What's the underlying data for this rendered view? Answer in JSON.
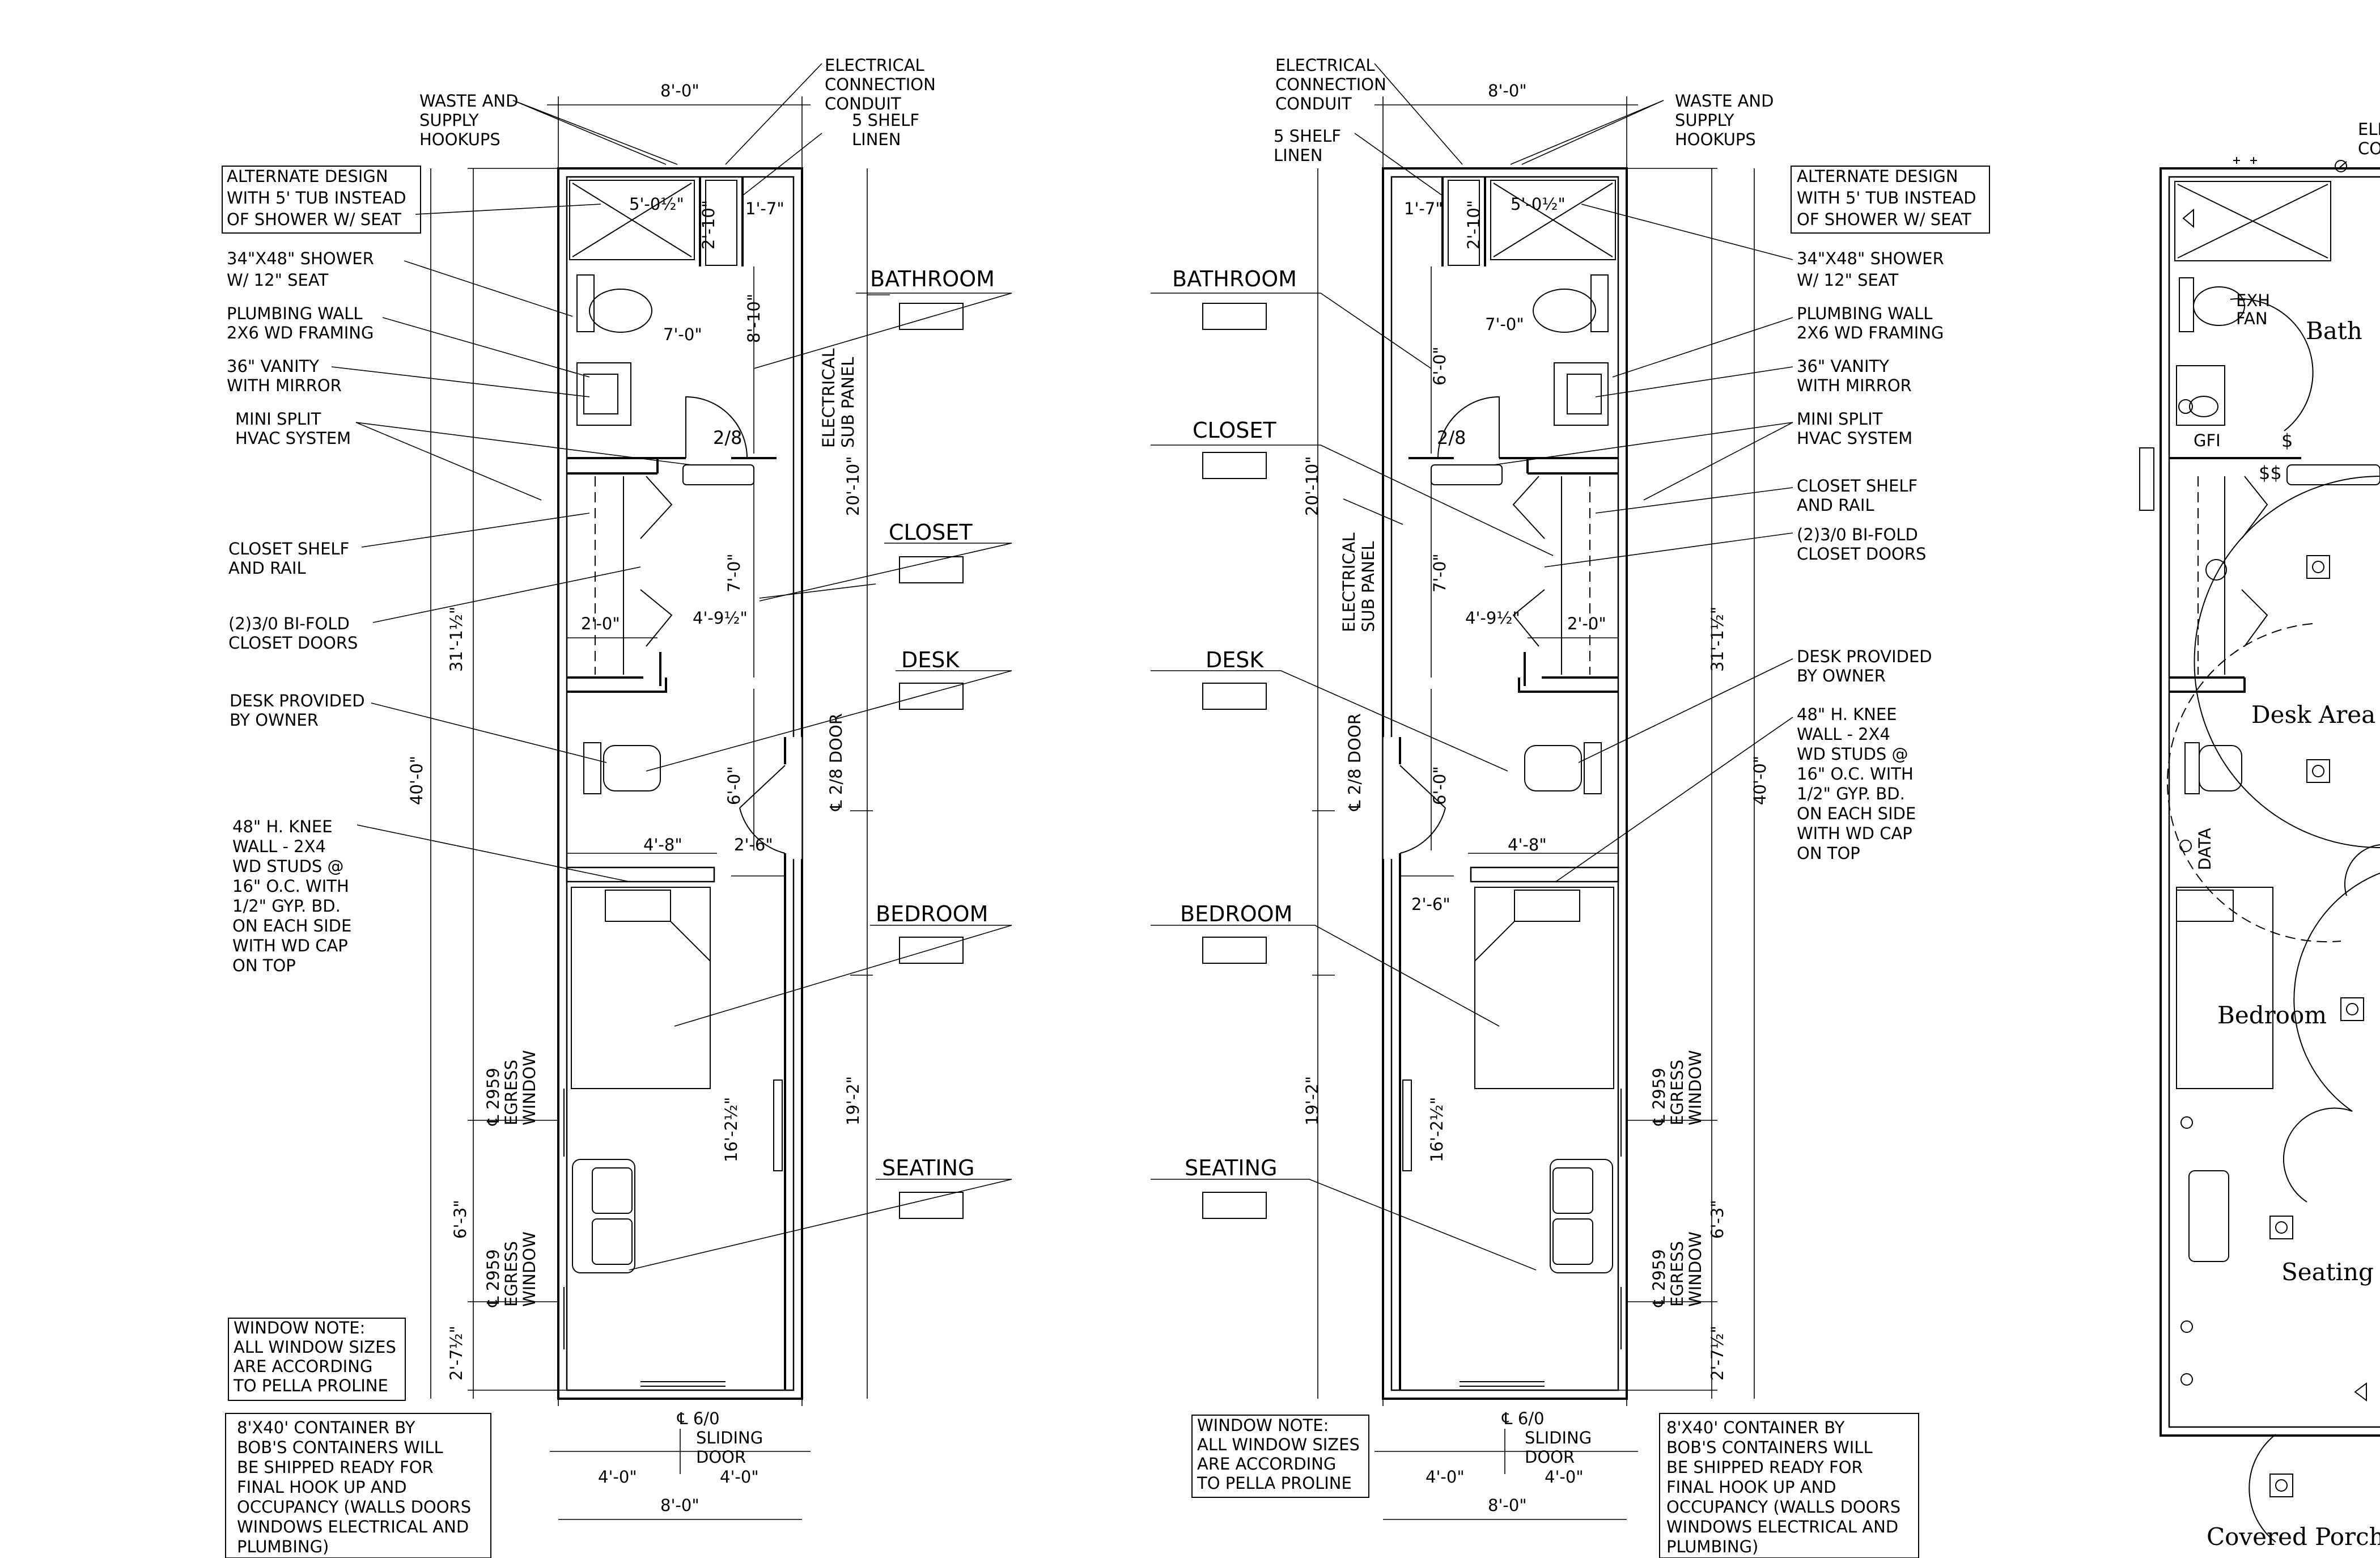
{
  "rooms": {
    "bathroom": "BATHROOM",
    "closet": "CLOSET",
    "desk": "DESK",
    "bedroom": "BEDROOM",
    "seating": "SEATING"
  },
  "notes_left": {
    "waste_supply": [
      "WASTE AND",
      "SUPPLY",
      "HOOKUPS"
    ],
    "electrical_conduit": [
      "ELECTRICAL",
      "CONNECTION",
      "CONDUIT"
    ],
    "shelf_linen": [
      "5 SHELF",
      "LINEN"
    ],
    "alternate_design": [
      "ALTERNATE DESIGN",
      "WITH 5' TUB INSTEAD",
      "OF SHOWER W/ SEAT"
    ],
    "shower": [
      "34\"X48\" SHOWER",
      "W/ 12\" SEAT"
    ],
    "plumbing_wall": [
      "PLUMBING WALL",
      "2X6 WD FRAMING"
    ],
    "vanity": [
      "36\" VANITY",
      "WITH MIRROR"
    ],
    "mini_split": [
      "MINI SPLIT",
      "HVAC SYSTEM"
    ],
    "closet_shelf": [
      "CLOSET SHELF",
      "AND RAIL"
    ],
    "bifold": [
      "(2)3/0 BI-FOLD",
      "CLOSET DOORS"
    ],
    "desk_owner": [
      "DESK PROVIDED",
      "BY OWNER"
    ],
    "knee_wall": [
      "48\" H. KNEE",
      "WALL - 2X4",
      "WD STUDS @",
      "16\" O.C. WITH",
      "1/2\" GYP. BD.",
      "ON EACH SIDE",
      "WITH WD CAP",
      "ON TOP"
    ],
    "window_note": [
      "WINDOW NOTE:",
      "ALL WINDOW SIZES",
      "ARE ACCORDING",
      "TO PELLA PROLINE"
    ],
    "container_note": [
      "8'X40' CONTAINER BY",
      "BOB'S CONTAINERS WILL",
      "BE SHIPPED READY FOR",
      "FINAL HOOK UP AND",
      "OCCUPANCY (WALLS DOORS",
      "WINDOWS ELECTRICAL AND",
      "PLUMBING)"
    ],
    "electrical_sub_panel": [
      "ELECTRICAL",
      "SUB PANEL"
    ],
    "egress_window": [
      "2959",
      "EGRESS",
      "WINDOW"
    ],
    "sliding_door": [
      "6/0",
      "SLIDING",
      "DOOR"
    ],
    "door_2_8": "2/8 DOOR",
    "door_swing": "2/8"
  },
  "notes_right": {
    "electrical_conduit": [
      "ELECTRICAL",
      "CONNECTION",
      "CONDUIT"
    ],
    "shelf_linen": [
      "5 SHELF",
      "LINEN"
    ],
    "waste_supply": [
      "WASTE AND",
      "SUPPLY",
      "HOOKUPS"
    ],
    "alternate_design": [
      "ALTERNATE DESIGN",
      "WITH 5' TUB INSTEAD",
      "OF SHOWER W/ SEAT"
    ],
    "shower": [
      "34\"X48\" SHOWER",
      "W/ 12\" SEAT"
    ],
    "plumbing_wall": [
      "PLUMBING WALL",
      "2X6 WD FRAMING"
    ],
    "vanity": [
      "36\" VANITY",
      "WITH MIRROR"
    ],
    "mini_split": [
      "MINI SPLIT",
      "HVAC SYSTEM"
    ],
    "closet_shelf": [
      "CLOSET SHELF",
      "AND RAIL"
    ],
    "bifold": [
      "(2)3/0 BI-FOLD",
      "CLOSET DOORS"
    ],
    "desk_owner": [
      "DESK PROVIDED",
      "BY OWNER"
    ],
    "knee_wall": [
      "48\" H. KNEE",
      "WALL - 2X4",
      "WD STUDS @",
      "16\" O.C. WITH",
      "1/2\" GYP. BD.",
      "ON EACH SIDE",
      "WITH WD CAP",
      "ON TOP"
    ],
    "window_note": [
      "WINDOW NOTE:",
      "ALL WINDOW SIZES",
      "ARE ACCORDING",
      "TO PELLA PROLINE"
    ],
    "container_note": [
      "8'X40' CONTAINER BY",
      "BOB'S CONTAINERS WILL",
      "BE SHIPPED READY FOR",
      "FINAL HOOK UP AND",
      "OCCUPANCY (WALLS DOORS",
      "WINDOWS ELECTRICAL AND",
      "PLUMBING)"
    ],
    "electrical_sub_panel": [
      "ELECTRICAL",
      "SUB PANEL"
    ],
    "egress_window": [
      "2959",
      "EGRESS",
      "WINDOW"
    ],
    "sliding_door": [
      "6/0",
      "SLIDING",
      "DOOR"
    ],
    "door_2_8": "2/8 DOOR",
    "door_swing": "2/8"
  },
  "dims": {
    "width_8ft": "8'-0\"",
    "overall_40": "40'-0\"",
    "d_31_1_2": "31'-1½\"",
    "d_6_3": "6'-3\"",
    "d_2_7_1_2": "2'-7½\"",
    "d_20_10": "20'-10\"",
    "d_19_2": "19'-2\"",
    "d_5_0_1_2": "5'-0½\"",
    "d_1_7": "1'-7\"",
    "d_2_10": "2'-10\"",
    "d_7_0": "7'-0\"",
    "d_8_10": "8'-10\"",
    "d_6_0": "6'-0\"",
    "d_2_0": "2'-0\"",
    "d_4_9_1_2": "4'-9½\"",
    "d_4_8": "4'-8\"",
    "d_2_6": "2'-6\"",
    "d_16_2_1_2": "16'-2½\"",
    "d_4_0": "4'-0\""
  },
  "third_plan": {
    "electrical_conduit_partial": [
      "ELEC",
      "CON"
    ],
    "exh_fan": [
      "EXH",
      "FAN"
    ],
    "gfi": "GFI",
    "data": "DATA",
    "switch_single": "$",
    "switch_double": "$$",
    "rooms": {
      "bath": "Bath",
      "desk_area": "Desk Area",
      "bedroom": "Bedroom",
      "seating": "Seating",
      "covered_porch": "Covered Porch"
    }
  }
}
